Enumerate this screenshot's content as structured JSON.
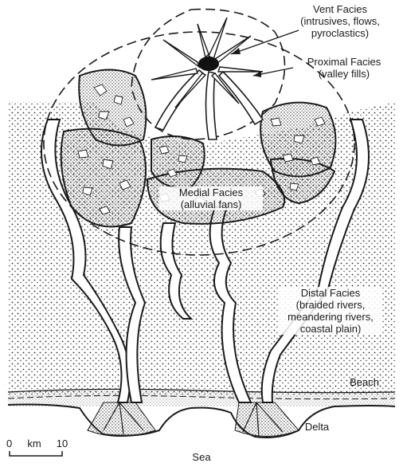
{
  "labels": {
    "vent": [
      "Vent Facies",
      "(intrusives, flows,",
      "pyroclastics)"
    ],
    "proximal": [
      "Proximal Facies",
      "(valley fills)"
    ],
    "medial": [
      "Medial Facies",
      "(alluvial fans)"
    ],
    "distal": [
      "Distal Facies",
      "(braided rivers,",
      "meandering rivers,",
      "coastal plain)"
    ],
    "beach": "Beach",
    "delta": "Delta",
    "sea": "Sea"
  },
  "scale_bar": {
    "start": "0",
    "unit": "km",
    "end": "10"
  },
  "colors": {
    "ink": "#1a1a1a",
    "paper": "#ffffff",
    "stipple": "#2a2a2a"
  }
}
